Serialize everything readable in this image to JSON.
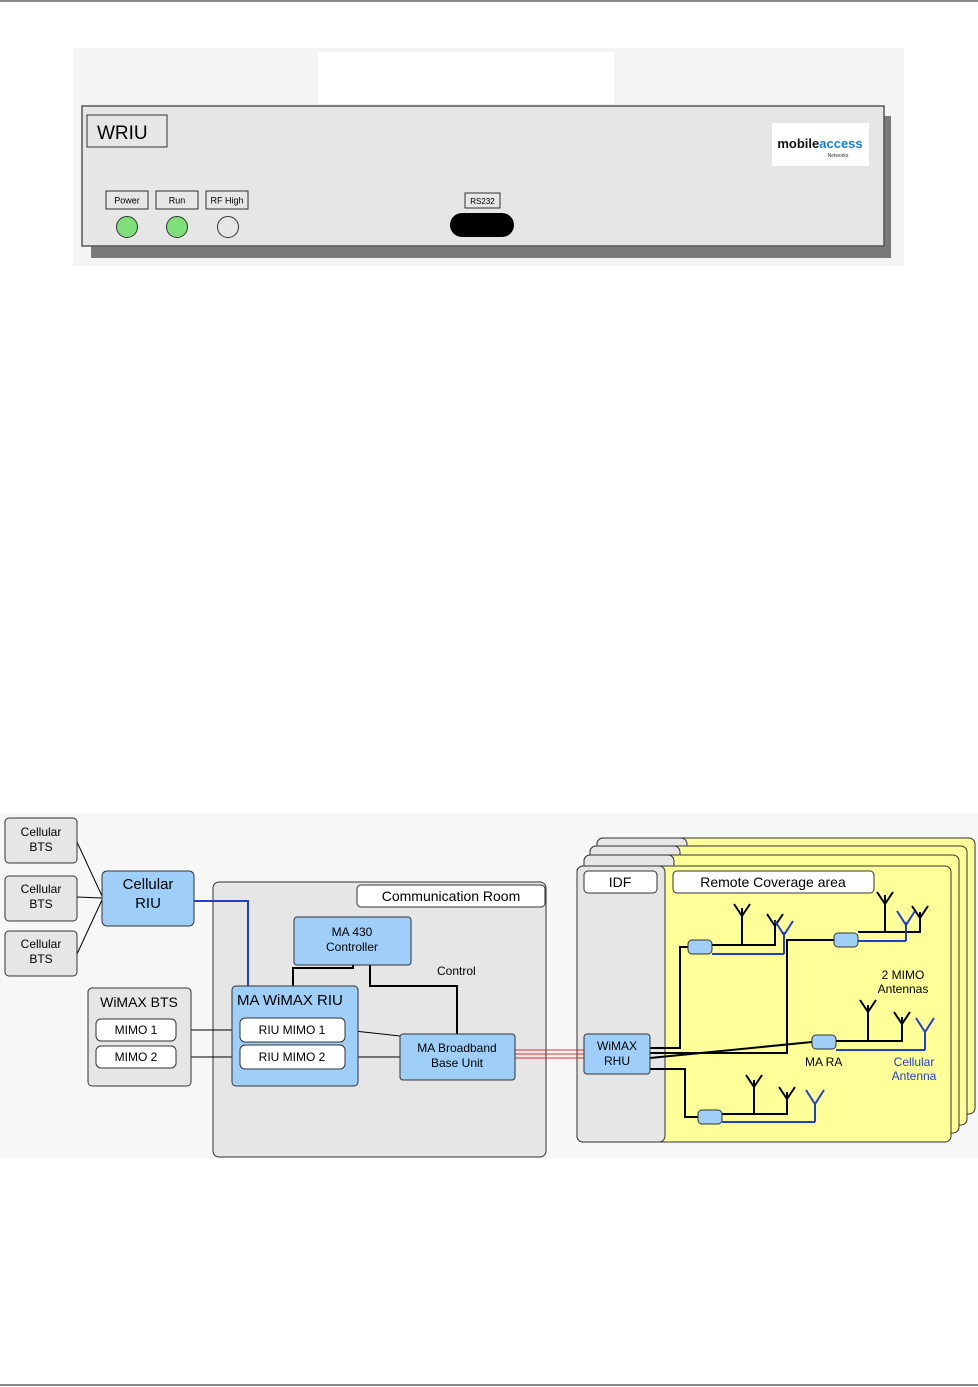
{
  "front_panel": {
    "unit_name": "WRIU",
    "indicators": [
      {
        "label": "Power",
        "state": "on"
      },
      {
        "label": "Run",
        "state": "on"
      },
      {
        "label": "RF High",
        "state": "off"
      }
    ],
    "port_label": "RS232",
    "logo": {
      "brand_bold": "mobile",
      "brand_accent": "access",
      "sub": "Networks"
    }
  },
  "diagram": {
    "cellular_bts": [
      {
        "line1": "Cellular",
        "line2": "BTS"
      },
      {
        "line1": "Cellular",
        "line2": "BTS"
      },
      {
        "line1": "Cellular",
        "line2": "BTS"
      }
    ],
    "cellular_riu": {
      "line1": "Cellular",
      "line2": "RIU"
    },
    "wimax_bts": {
      "title": "WiMAX BTS",
      "mimo": [
        "MIMO 1",
        "MIMO 2"
      ]
    },
    "comm_room": {
      "label": "Communication Room"
    },
    "controller": {
      "line1": "MA 430",
      "line2": "Controller"
    },
    "control_label": "Control",
    "wimax_riu": {
      "title": "MA WiMAX RIU",
      "ports": [
        "RIU MIMO 1",
        "RIU MIMO 2"
      ]
    },
    "broadband": {
      "line1": "MA Broadband",
      "line2": "Base Unit"
    },
    "idf": {
      "label": "IDF"
    },
    "rhu": {
      "line1": "WiMAX",
      "line2": "RHU"
    },
    "coverage": {
      "label": "Remote Coverage area"
    },
    "mimo_antennas": {
      "line1": "2 MIMO",
      "line2": "Antennas"
    },
    "ma_ra": "MA RA",
    "cellular_antenna": {
      "line1": "Cellular",
      "line2": "Antenna"
    }
  },
  "colors": {
    "box_blue": "#9fcff8",
    "link_blue": "#1f3fd0",
    "coverage_yellow": "#ffff99",
    "led_green": "#7fe07a",
    "fiber_red": "#e03030"
  }
}
